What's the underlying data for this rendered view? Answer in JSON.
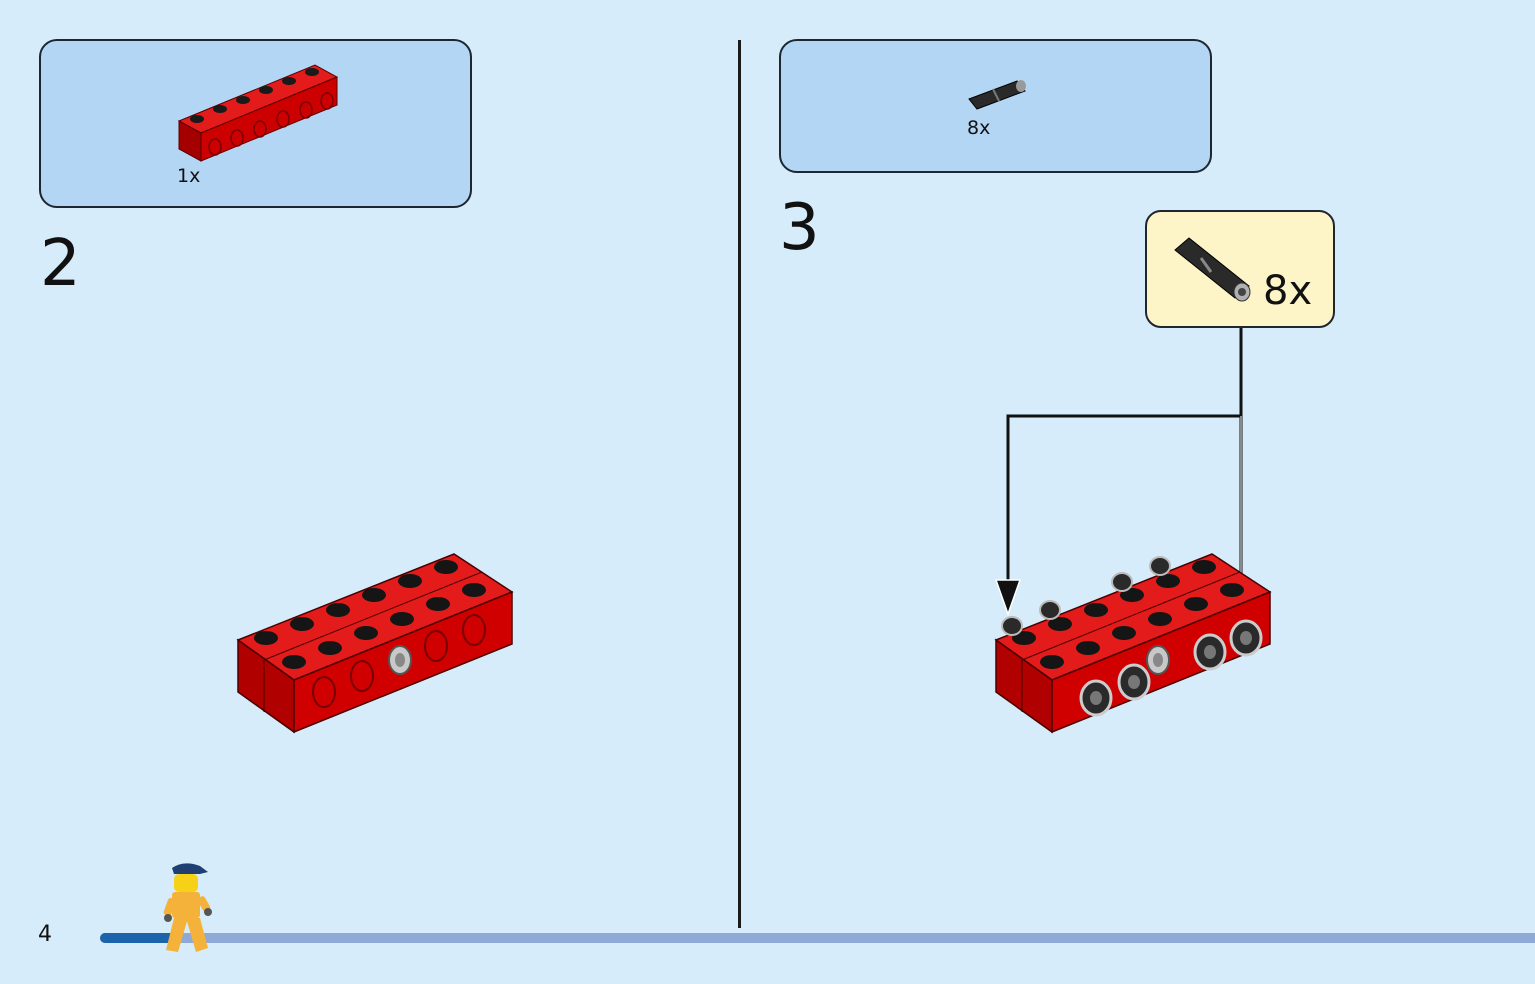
{
  "page": {
    "number": "4",
    "progress": 0.05
  },
  "step2": {
    "number": "2",
    "parts_list": {
      "quantity": "1x",
      "part_icon": "red-technic-brick-1x6-icon"
    }
  },
  "step3": {
    "number": "3",
    "parts_list": {
      "quantity": "8x",
      "part_icon": "black-technic-pin-icon"
    },
    "callout": {
      "quantity": "8x",
      "part_icon": "black-technic-pin-icon"
    }
  },
  "colors": {
    "background": "#d6ecfa",
    "parts_box": "#b3d6f4",
    "callout": "#fdf4c8",
    "brick_red": "#d40000",
    "pin_black": "#222222",
    "progress_done": "#1b63ab",
    "progress_track": "#8ea9d6"
  }
}
